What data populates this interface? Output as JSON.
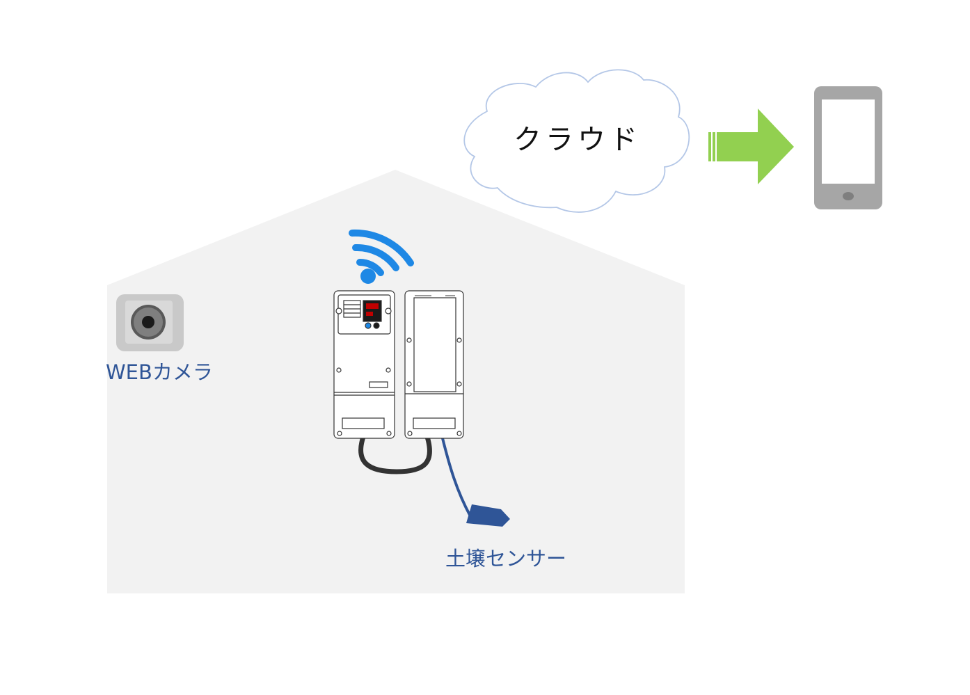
{
  "labels": {
    "cloud": "クラウド",
    "web_camera": "WEBカメラ",
    "soil_sensor": "土壌センサー"
  },
  "colors": {
    "house_fill": "#f2f2f2",
    "cloud_stroke": "#b4c7e7",
    "arrow_green": "#92d050",
    "phone_gray": "#a6a6a6",
    "wifi_blue": "#1e88e5",
    "label_blue": "#2f5597",
    "sensor_blue": "#2f5597",
    "cable_dark": "#333333"
  },
  "icons": {
    "cloud": "cloud-icon",
    "phone": "smartphone-icon",
    "arrow": "arrow-right-icon",
    "wifi": "wifi-icon",
    "camera": "web-camera-icon",
    "device": "smart-node-device",
    "sensor": "soil-sensor-probe"
  }
}
